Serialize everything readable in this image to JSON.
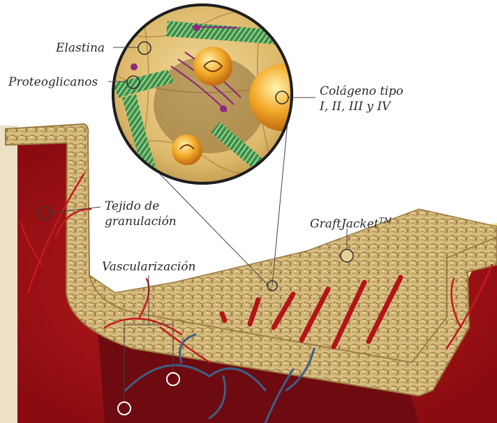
{
  "labels": {
    "elastina": "Elastina",
    "proteoglicanos": "Proteoglicanos",
    "colageno_line1": "Colágeno tipo",
    "colageno_line2": "I, II, III y IV",
    "tejido_line1": "Tejido de",
    "tejido_line2": "granulación",
    "graftjacket": "GraftJacket",
    "graftjacket_tm": "TM",
    "vascularizacion": "Vascularización"
  },
  "colors": {
    "tissue_red": "#b3141a",
    "tissue_dark_red": "#7a0a0e",
    "fat_yellow": "#e9e27a",
    "matrix_tan": "#d9bf84",
    "matrix_dark": "#a8884e",
    "collagen_green": "#4f9e55",
    "elastin_purple": "#8d2a7c",
    "cell_orange": "#f0a020",
    "vessel_blue": "#3c5f86",
    "leader_line": "#444444"
  },
  "icons": [
    "callout-circle-icon",
    "magnifier-circle-icon"
  ]
}
